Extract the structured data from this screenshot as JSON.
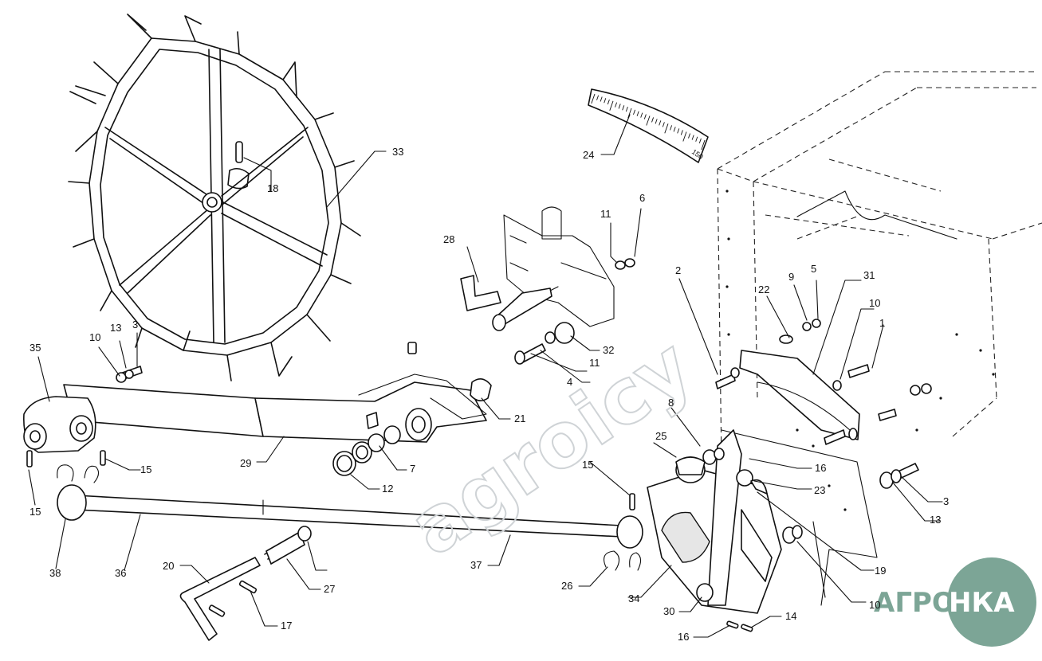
{
  "diagram": {
    "watermark": "agroicy",
    "logo": {
      "left_text": "АГРО",
      "circle_text": "НКА",
      "color": "#7ca596"
    },
    "scale_marking": "150",
    "callouts": [
      {
        "id": "c-33",
        "label": "33"
      },
      {
        "id": "c-18",
        "label": "18"
      },
      {
        "id": "c-24",
        "label": "24"
      },
      {
        "id": "c-11a",
        "label": "11"
      },
      {
        "id": "c-6",
        "label": "6"
      },
      {
        "id": "c-28",
        "label": "28"
      },
      {
        "id": "c-2",
        "label": "2"
      },
      {
        "id": "c-22",
        "label": "22"
      },
      {
        "id": "c-9",
        "label": "9"
      },
      {
        "id": "c-5",
        "label": "5"
      },
      {
        "id": "c-31",
        "label": "31"
      },
      {
        "id": "c-10a",
        "label": "10"
      },
      {
        "id": "c-1",
        "label": "1"
      },
      {
        "id": "c-35",
        "label": "35"
      },
      {
        "id": "c-10b",
        "label": "10"
      },
      {
        "id": "c-13a",
        "label": "13"
      },
      {
        "id": "c-3a",
        "label": "3"
      },
      {
        "id": "c-32",
        "label": "32"
      },
      {
        "id": "c-11b",
        "label": "11"
      },
      {
        "id": "c-4",
        "label": "4"
      },
      {
        "id": "c-21",
        "label": "21"
      },
      {
        "id": "c-8",
        "label": "8"
      },
      {
        "id": "c-25",
        "label": "25"
      },
      {
        "id": "c-16a",
        "label": "16"
      },
      {
        "id": "c-23",
        "label": "23"
      },
      {
        "id": "c-29",
        "label": "29"
      },
      {
        "id": "c-7",
        "label": "7"
      },
      {
        "id": "c-15a",
        "label": "15"
      },
      {
        "id": "c-15b",
        "label": "15"
      },
      {
        "id": "c-15c",
        "label": "15"
      },
      {
        "id": "c-12",
        "label": "12"
      },
      {
        "id": "c-3b",
        "label": "3"
      },
      {
        "id": "c-13b",
        "label": "13"
      },
      {
        "id": "c-38",
        "label": "38"
      },
      {
        "id": "c-36",
        "label": "36"
      },
      {
        "id": "c-37",
        "label": "37"
      },
      {
        "id": "c-19",
        "label": "19"
      },
      {
        "id": "c-20",
        "label": "20"
      },
      {
        "id": "c-27",
        "label": "27"
      },
      {
        "id": "c-26",
        "label": "26"
      },
      {
        "id": "c-34",
        "label": "34"
      },
      {
        "id": "c-10c",
        "label": "10"
      },
      {
        "id": "c-30",
        "label": "30"
      },
      {
        "id": "c-14",
        "label": "14"
      },
      {
        "id": "c-17",
        "label": "17"
      },
      {
        "id": "c-16b",
        "label": "16"
      }
    ]
  }
}
